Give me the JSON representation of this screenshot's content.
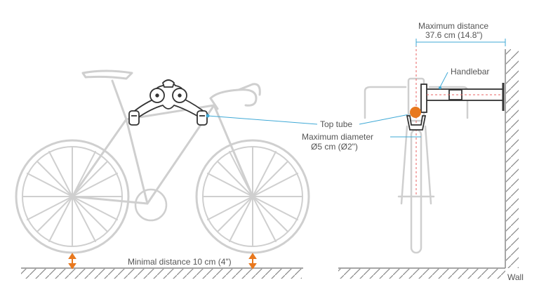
{
  "labels": {
    "max_distance_title": "Maximum distance",
    "max_distance_value": "37.6 cm (14.8\")",
    "handlebar": "Handlebar",
    "top_tube": "Top tube",
    "max_diameter_title": "Maximum diameter",
    "max_diameter_value": "Ø5 cm (Ø2\")",
    "minimal_distance": "Minimal distance 10 cm (4\")",
    "wall": "Wall"
  },
  "colors": {
    "bike_outline": "#cfcfcf",
    "mount_outline": "#333333",
    "leader_line": "#3fa9d6",
    "accent_orange": "#e8781e",
    "text": "#555555",
    "ground": "#888888"
  },
  "views": {
    "side_view": "Side view of road bike on wall mount",
    "front_view": "Front view of bike hanging from wall mount"
  }
}
